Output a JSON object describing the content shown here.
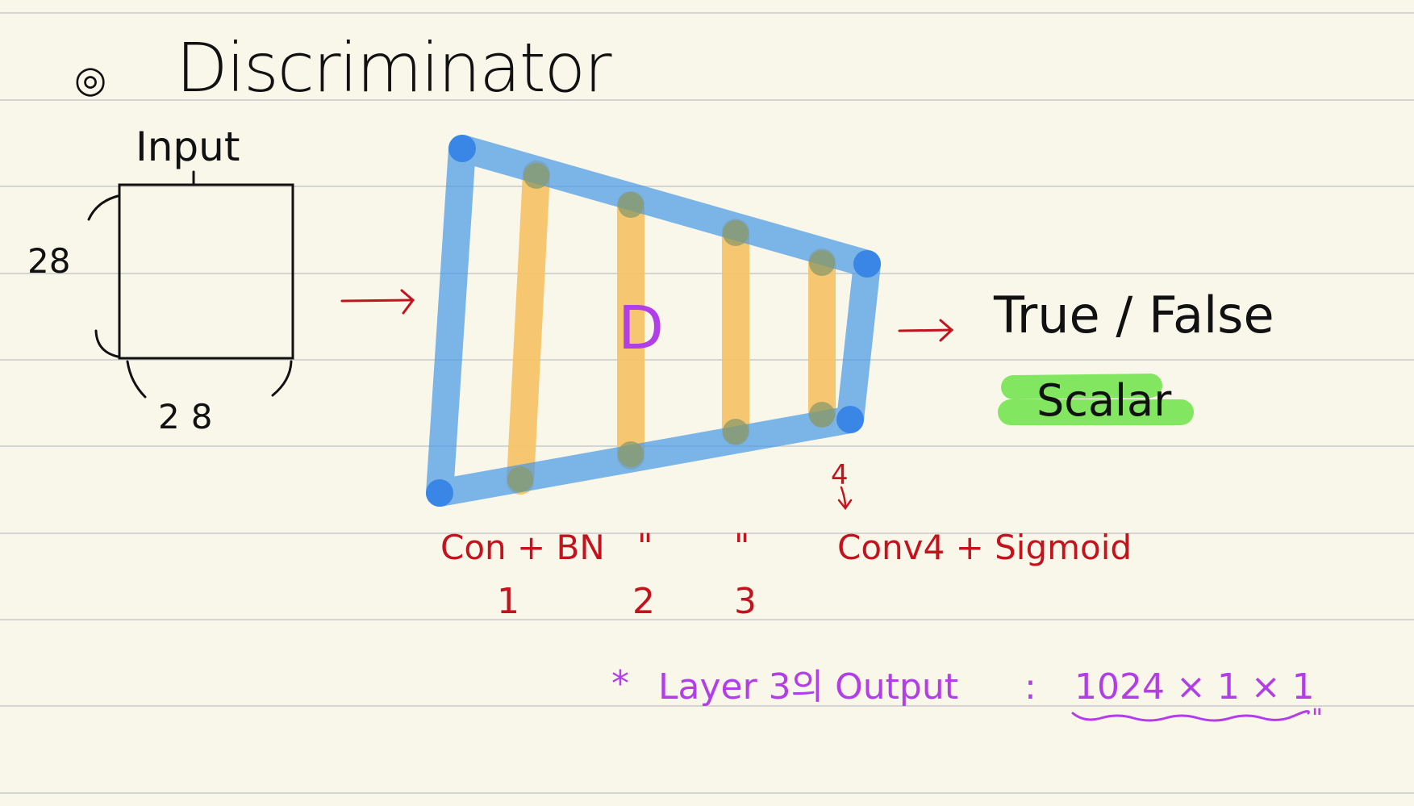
{
  "page": {
    "bullet": "◎",
    "title": "Discriminator",
    "background_color": "#f9f7ea",
    "rule_color": "#d4d4d2"
  },
  "input": {
    "label": "Input",
    "height": "28",
    "width": "28"
  },
  "network": {
    "label": "D",
    "outline_color": "#4a9ae6",
    "layer_color": "#f6c56a",
    "output_text": "True / False",
    "output_type": "Scalar",
    "highlight_color": "#7de65a"
  },
  "layers": {
    "first": "Con + BN",
    "repeat_1": "\"",
    "repeat_2": "\"",
    "last": "Conv4 + Sigmoid",
    "index_1": "1",
    "index_2": "2",
    "index_3": "3",
    "pointer_mark": "4"
  },
  "note": {
    "star": "*",
    "text": "Layer 3의 Output",
    "colon": ":",
    "value": "1024 × 1 × 1",
    "quote": "\""
  },
  "colors": {
    "ink": "#111111",
    "red": "#c3141e",
    "purple": "#b13ee6"
  }
}
